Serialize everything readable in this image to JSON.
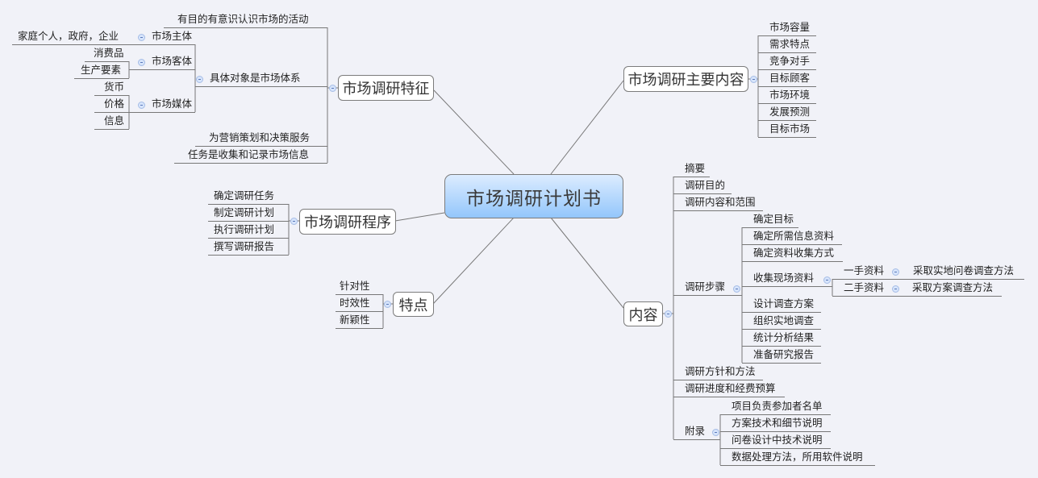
{
  "title": "市场调研计划书",
  "features": {
    "label": "市场调研特征",
    "items": [
      "有目的有意识认识市场的活动",
      "具体对象是市场体系",
      "为营销策划和决策服务",
      "任务是收集和记录市场信息"
    ],
    "market_system": {
      "subject": "市场主体",
      "subject_detail": "家庭个人，政府，企业",
      "object": "市场客体",
      "object_items": [
        "消费品",
        "生产要素"
      ],
      "media": "市场媒体",
      "media_items": [
        "货币",
        "价格",
        "信息"
      ]
    }
  },
  "main_content": {
    "label": "市场调研主要内容",
    "items": [
      "市场容量",
      "需求特点",
      "竞争对手",
      "目标顾客",
      "市场环境",
      "发展预测",
      "目标市场"
    ]
  },
  "procedure": {
    "label": "市场调研程序",
    "items": [
      "确定调研任务",
      "制定调研计划",
      "执行调研计划",
      "撰写调研报告"
    ]
  },
  "traits": {
    "label": "特点",
    "items": [
      "针对性",
      "时效性",
      "新颖性"
    ]
  },
  "content": {
    "label": "内容",
    "items": [
      "摘要",
      "调研目的",
      "调研内容和范围",
      "调研步骤",
      "调研方针和方法",
      "调研进度和经费预算",
      "附录"
    ],
    "steps": [
      "确定目标",
      "确定所需信息资料",
      "确定资料收集方式",
      "收集现场资料",
      "设计调查方案",
      "组织实地调查",
      "统计分析结果",
      "准备研究报告"
    ],
    "collect": {
      "primary": "一手资料",
      "primary_method": "采取实地问卷调查方法",
      "secondary": "二手资料",
      "secondary_method": "采取方案调查方法"
    },
    "appendix": [
      "项目负责参加者名单",
      "方案技术和细节说明",
      "问卷设计中技术说明",
      "数据处理方法，所用软件说明"
    ]
  }
}
